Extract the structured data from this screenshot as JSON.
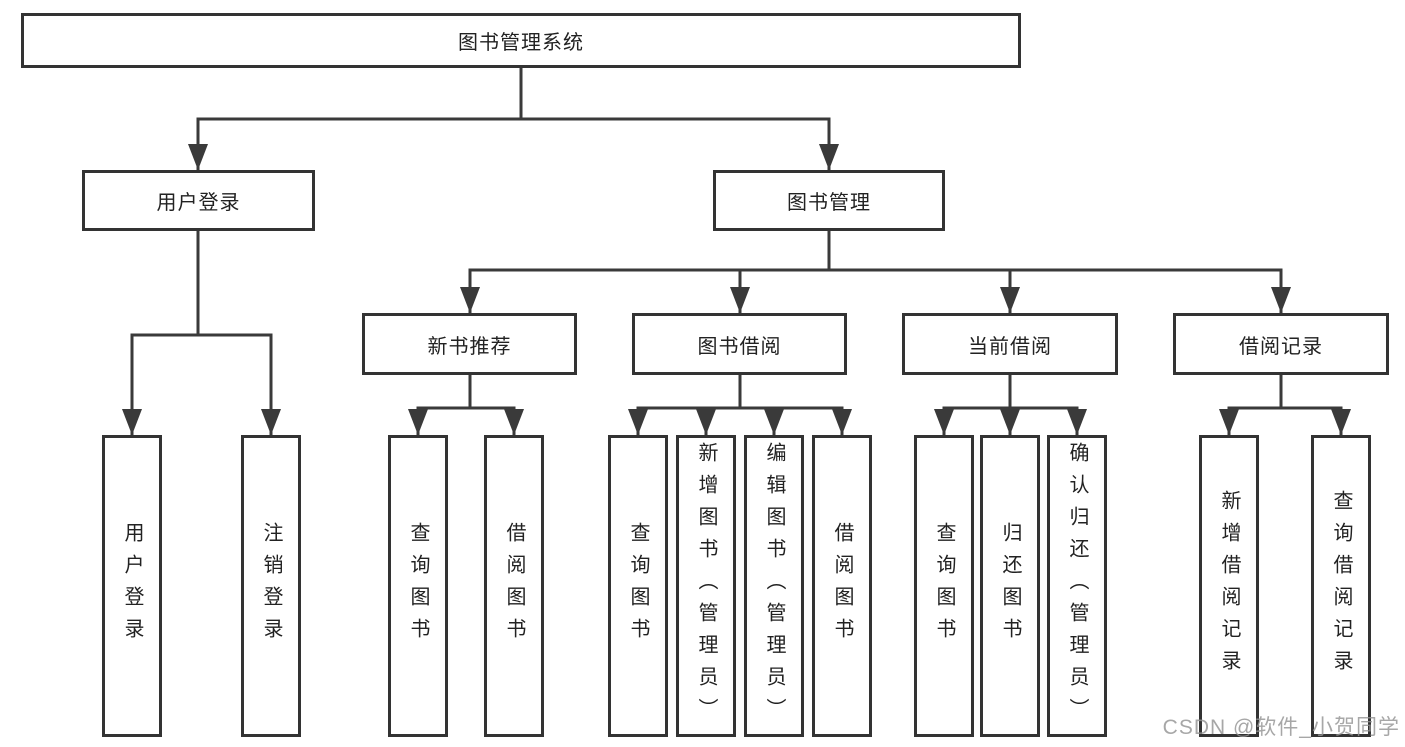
{
  "diagram": {
    "root": {
      "label": "图书管理系统",
      "children": [
        {
          "label": "用户登录",
          "children": [
            {
              "label": "用户登录"
            },
            {
              "label": "注销登录"
            }
          ]
        },
        {
          "label": "图书管理",
          "children": [
            {
              "label": "新书推荐",
              "children": [
                {
                  "label": "查询图书"
                },
                {
                  "label": "借阅图书"
                }
              ]
            },
            {
              "label": "图书借阅",
              "children": [
                {
                  "label": "查询图书"
                },
                {
                  "label": "新增图书（管理员）"
                },
                {
                  "label": "编辑图书（管理员）"
                },
                {
                  "label": "借阅图书"
                }
              ]
            },
            {
              "label": "当前借阅",
              "children": [
                {
                  "label": "查询图书"
                },
                {
                  "label": "归还图书"
                },
                {
                  "label": "确认归还（管理员）"
                }
              ]
            },
            {
              "label": "借阅记录",
              "children": [
                {
                  "label": "新增借阅记录"
                },
                {
                  "label": "查询借阅记录"
                }
              ]
            }
          ]
        }
      ]
    },
    "colors": {
      "line": "#3a3a3a",
      "box_border": "#333333",
      "box_fill": "#ffffff",
      "text": "#222222",
      "watermark": "#949494",
      "background": "#ffffff"
    }
  },
  "watermark": {
    "text": "CSDN @软件_小贺同学"
  }
}
